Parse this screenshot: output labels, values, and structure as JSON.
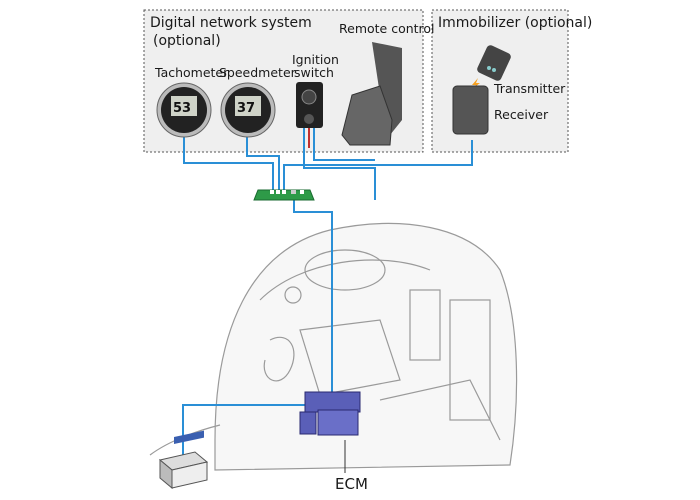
{
  "groups": {
    "digital_network": {
      "title_line1": "Digital network system",
      "title_line2": "(optional)"
    },
    "immobilizer": {
      "title": "Immobilizer (optional)"
    }
  },
  "components": {
    "tachometer": {
      "label": "Tachometer",
      "display": "53"
    },
    "speedmeter": {
      "label": "Speedmeter",
      "display": "37"
    },
    "ignition_switch": {
      "label_line1": "Ignition",
      "label_line2": "switch"
    },
    "remote_control": {
      "label": "Remote control"
    },
    "transmitter": {
      "label": "Transmitter"
    },
    "receiver": {
      "label": "Receiver"
    },
    "ecm": {
      "label": "ECM"
    }
  },
  "colors": {
    "wire": "#2a8fd6",
    "hub": "#2e9a48",
    "ecm": "#5a5fb8",
    "box_bg": "#efefef"
  }
}
